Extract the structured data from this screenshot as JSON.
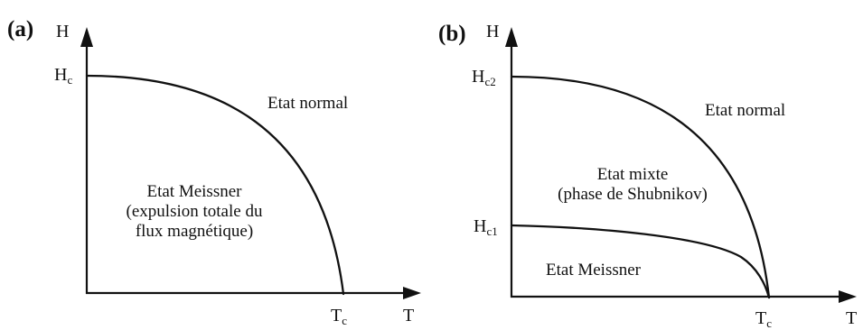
{
  "panel_a": {
    "tag": "(a)",
    "y_axis": "H",
    "x_axis": "T",
    "y_tick": {
      "main": "H",
      "sub": "c"
    },
    "x_tick": {
      "main": "T",
      "sub": "c"
    },
    "region_normal": "Etat normal",
    "region_meissner_1": "Etat Meissner",
    "region_meissner_2": "(expulsion totale du",
    "region_meissner_3": "flux magnétique)"
  },
  "panel_b": {
    "tag": "(b)",
    "y_axis": "H",
    "x_axis": "T",
    "y_tick_c2": {
      "main": "H",
      "sub": "c2"
    },
    "y_tick_c1": {
      "main": "H",
      "sub": "c1"
    },
    "x_tick": {
      "main": "T",
      "sub": "c"
    },
    "region_normal": "Etat normal",
    "region_mixed_1": "Etat mixte",
    "region_mixed_2": "(phase de Shubnikov)",
    "region_meissner": "Etat Meissner"
  },
  "colors": {
    "ink": "#111111",
    "background": "#ffffff"
  }
}
